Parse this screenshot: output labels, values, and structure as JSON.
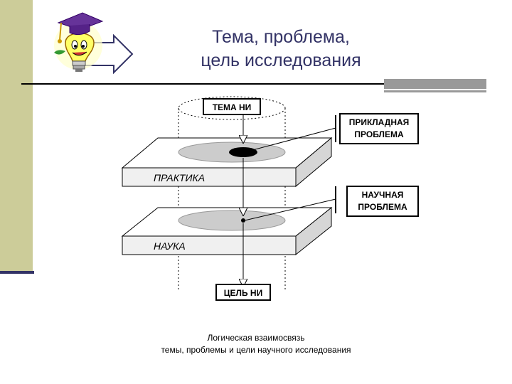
{
  "slide": {
    "title_line1": "Тема, проблема,",
    "title_line2": "цель исследования",
    "accent_color": "#333366",
    "sidebar_color": "#cccc99"
  },
  "mascot": {
    "icon": "lightbulb-graduate-icon",
    "arrow": "right-arrow-icon"
  },
  "diagram": {
    "top_box": "ТЕМА НИ",
    "bottom_box": "ЦЕЛЬ НИ",
    "layer_top": "ПРАКТИКА",
    "layer_bottom": "НАУКА",
    "callout_applied_line1": "ПРИКЛАДНАЯ",
    "callout_applied_line2": "ПРОБЛЕМА",
    "callout_scientific_line1": "НАУЧНАЯ",
    "callout_scientific_line2": "ПРОБЛЕМА"
  },
  "caption": {
    "line1": "Логическая взаимосвязь",
    "line2": "темы, проблемы и цели научного исследования"
  }
}
